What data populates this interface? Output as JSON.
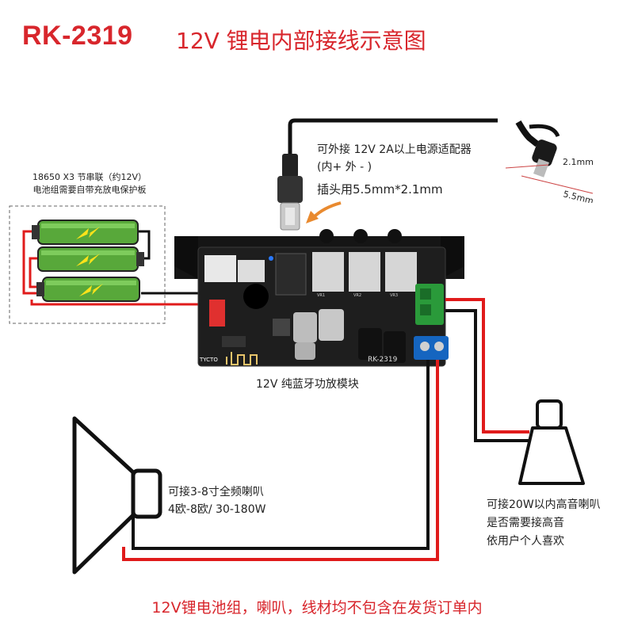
{
  "header": {
    "model": "RK-2319",
    "title": "12V 锂电内部接线示意图"
  },
  "adapter": {
    "line1": "可外接 12V 2A以上电源适配器",
    "line2": "(内+ 外 - )",
    "plug_spec": "插头用5.5mm*2.1mm",
    "dim_inner": "2.1mm",
    "dim_outer": "5.5mm"
  },
  "battery": {
    "line1": "18650 X3 节串联（约12V）",
    "line2": "电池组需要自带充放电保护板"
  },
  "module": {
    "label": "12V 纯蓝牙功放模块",
    "pcb_text": "RK-2319",
    "brand": "TYCTO",
    "knob1": "VR1",
    "knob2": "VR2",
    "knob3": "VR3"
  },
  "speaker": {
    "line1": "可接3-8寸全频喇叭",
    "line2": "4欧-8欧/ 30-180W"
  },
  "tweeter": {
    "line1": "可接20W以内高音喇叭",
    "line2": "是否需要接高音",
    "line3": "依用户个人喜欢"
  },
  "footer": {
    "text": "12V锂电池组，喇叭，线材均不包含在发货订单内"
  },
  "colors": {
    "accent_red": "#d8262c",
    "wire_red": "#e01b1b",
    "wire_black": "#111111",
    "terminal_green": "#2a9a3a",
    "terminal_blue": "#1565c0",
    "battery_green": "#6cc04a",
    "pcb": "#1e1e1e"
  },
  "icons": {
    "bolt": "lightning-bolt-icon",
    "bluetooth": "bluetooth-icon"
  }
}
